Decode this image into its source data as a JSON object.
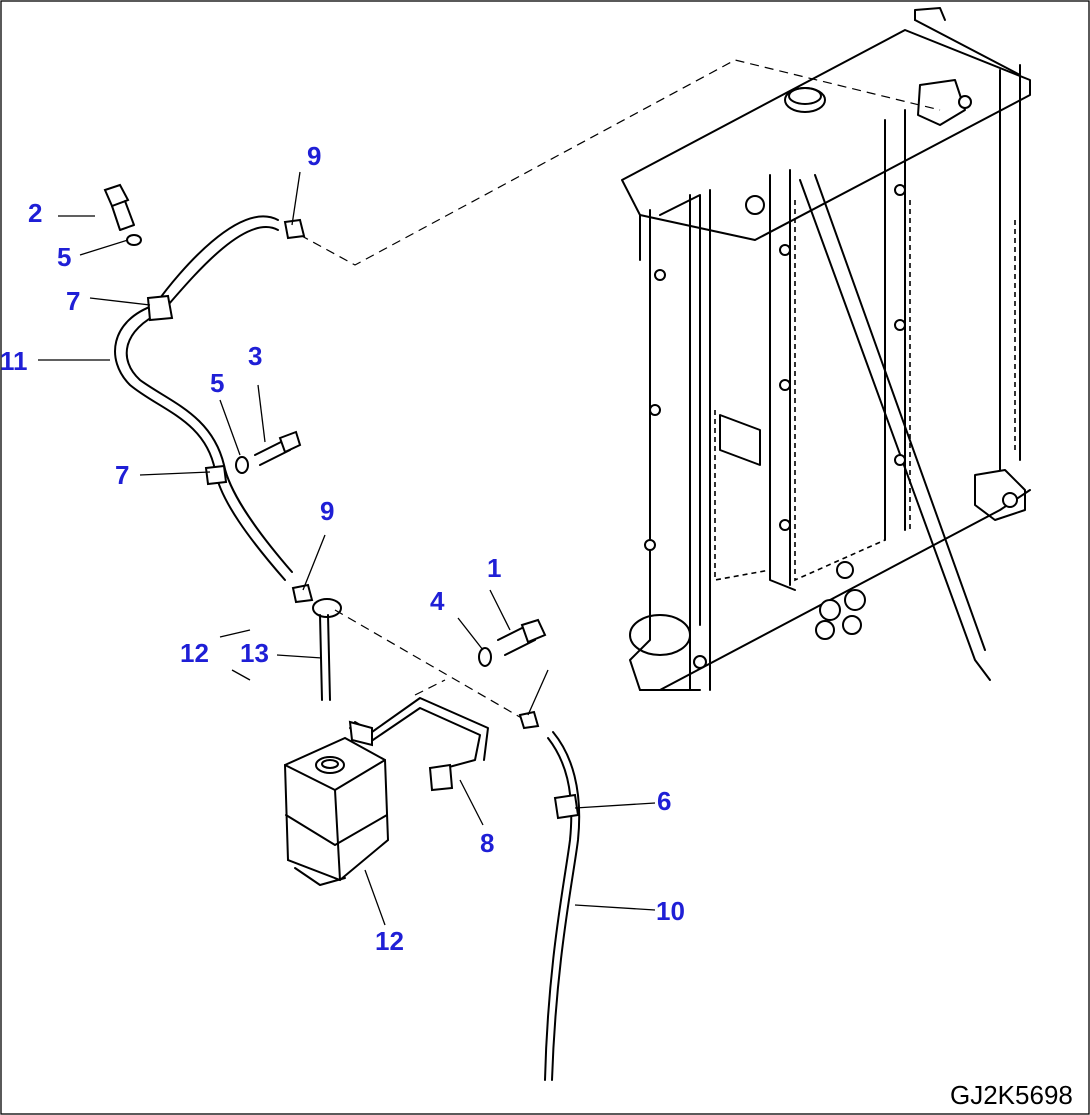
{
  "figure_code": "GJ2K5698",
  "callouts": {
    "c1": "1",
    "c2": "2",
    "c3": "3",
    "c4": "4",
    "c5a": "5",
    "c5b": "5",
    "c6": "6",
    "c7a": "7",
    "c7b": "7",
    "c8": "8",
    "c9a": "9",
    "c9b": "9",
    "c10": "10",
    "c11": "11",
    "c12a": "12",
    "c12b": "12",
    "c13": "13"
  },
  "colors": {
    "callout": "#1f1fd6",
    "line": "#000000",
    "background": "#ffffff"
  }
}
